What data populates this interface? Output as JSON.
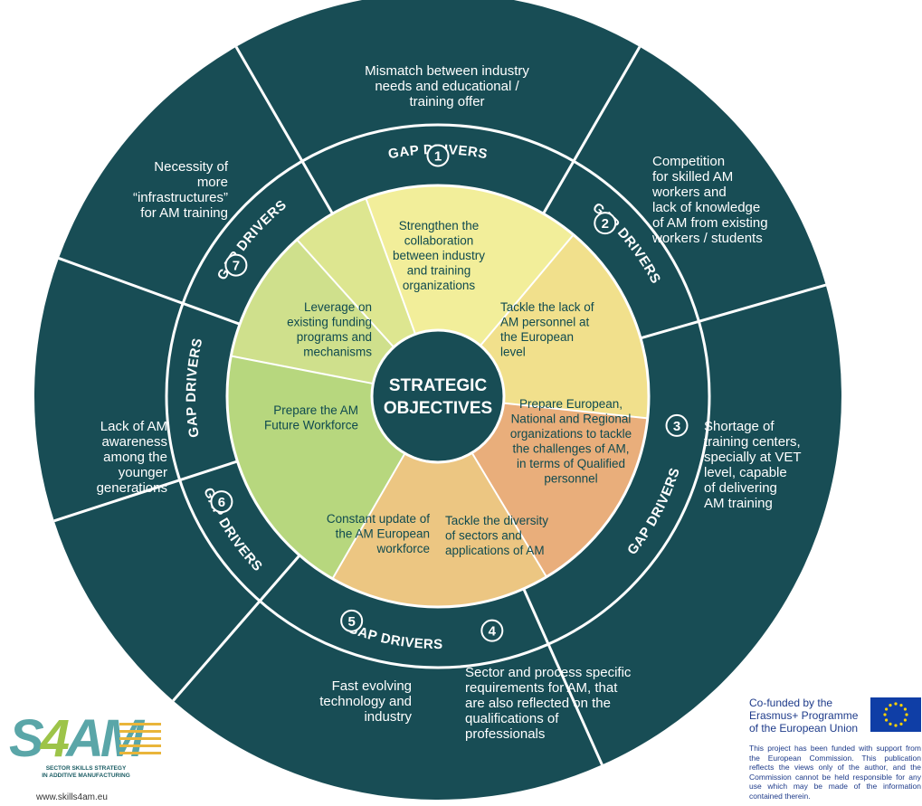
{
  "diagram": {
    "center_lines": [
      "STRATEGIC",
      "OBJECTIVES"
    ],
    "ring_label": "GAP DRIVERS",
    "colors": {
      "outer": "#184d55",
      "ring": "#184d55",
      "line": "#ffffff",
      "center": "#184d55"
    },
    "drivers": [
      {
        "number": "1",
        "lines": [
          "Mismatch between industry",
          "needs and educational /",
          "training offer"
        ]
      },
      {
        "number": "2",
        "lines": [
          "Competition",
          "for skilled AM",
          "workers and",
          "lack of knowledge",
          "of AM from existing",
          "workers / students"
        ]
      },
      {
        "number": "3",
        "lines": [
          "Shortage of",
          "training centers,",
          "specially at VET",
          "level, capable",
          "of delivering",
          "AM training"
        ]
      },
      {
        "number": "4",
        "lines": [
          "Sector  and process specific",
          "requirements for AM, that",
          "are also reflected on the",
          "qualifications of",
          "professionals"
        ]
      },
      {
        "number": "5",
        "lines": [
          "Fast evolving",
          "technology and",
          "industry"
        ]
      },
      {
        "number": "6",
        "lines": [
          "Lack of AM",
          "awareness",
          "among the",
          "younger",
          "generations"
        ]
      },
      {
        "number": "7",
        "lines": [
          "Necessity of",
          "more",
          "“infrastructures”",
          "for AM training"
        ]
      }
    ],
    "objectives": [
      {
        "lines": [
          "Strengthen the",
          "collaboration",
          "between industry",
          "and training",
          "organizations"
        ],
        "color": "#f2ee9a"
      },
      {
        "lines": [
          "Tackle the lack of",
          "AM personnel at",
          "the European",
          "level"
        ],
        "color": "#f1e08c"
      },
      {
        "lines": [
          "Prepare European,",
          "National and Regional",
          "organizations to tackle",
          "the challenges of AM,",
          "in terms of Qualified",
          "personnel"
        ],
        "color": "#e9ae7b"
      },
      {
        "lines": [
          "Tackle the diversity",
          "of sectors and",
          "applications of AM"
        ],
        "color": "#ecc682"
      },
      {
        "lines": [
          "Constant update of",
          "the AM European",
          "workforce"
        ],
        "color": "#b7d77e"
      },
      {
        "lines": [
          "Prepare the AM",
          "Future Workforce"
        ],
        "color": "#cfe08c"
      },
      {
        "lines": [
          "Leverage on",
          "existing funding",
          "programs and",
          "mechanisms"
        ],
        "color": "#dde690"
      }
    ]
  },
  "logo": {
    "word_left": "S",
    "word_mid": "4",
    "word_right": "AM",
    "subtitle_line1": "SECTOR SKILLS STRATEGY",
    "subtitle_line2": "IN ADDITIVE MANUFACTURING",
    "url": "www.skills4am.eu"
  },
  "eu": {
    "cofunded": "Co-funded by the Erasmus+ Programme of the European Union",
    "disclaimer": "This project has been funded with support from the European Commission. This publication reflects the views only of the author, and the Commission cannot be held responsible for any use which may be made of the information contained therein."
  }
}
